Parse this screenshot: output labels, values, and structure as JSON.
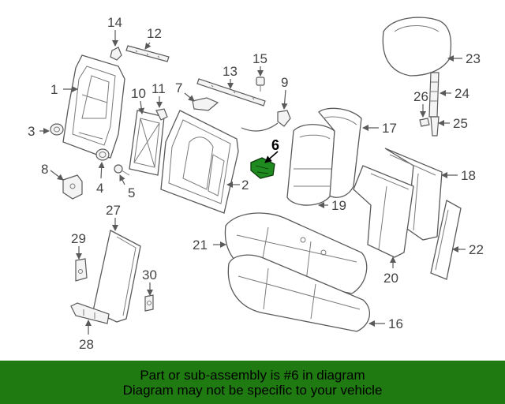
{
  "diagram": {
    "highlight_color": "#1f8a1f",
    "highlighted_part": "6",
    "callouts": [
      "1",
      "2",
      "3",
      "4",
      "5",
      "6",
      "7",
      "8",
      "9",
      "10",
      "11",
      "12",
      "13",
      "14",
      "15",
      "16",
      "17",
      "18",
      "19",
      "20",
      "21",
      "22",
      "23",
      "24",
      "25",
      "26",
      "27",
      "28",
      "29",
      "30"
    ]
  },
  "banner": {
    "background": "#1f7a12",
    "line1": "Part or sub-assembly is #6 in diagram",
    "line2": "Diagram may not be specific to your vehicle"
  }
}
